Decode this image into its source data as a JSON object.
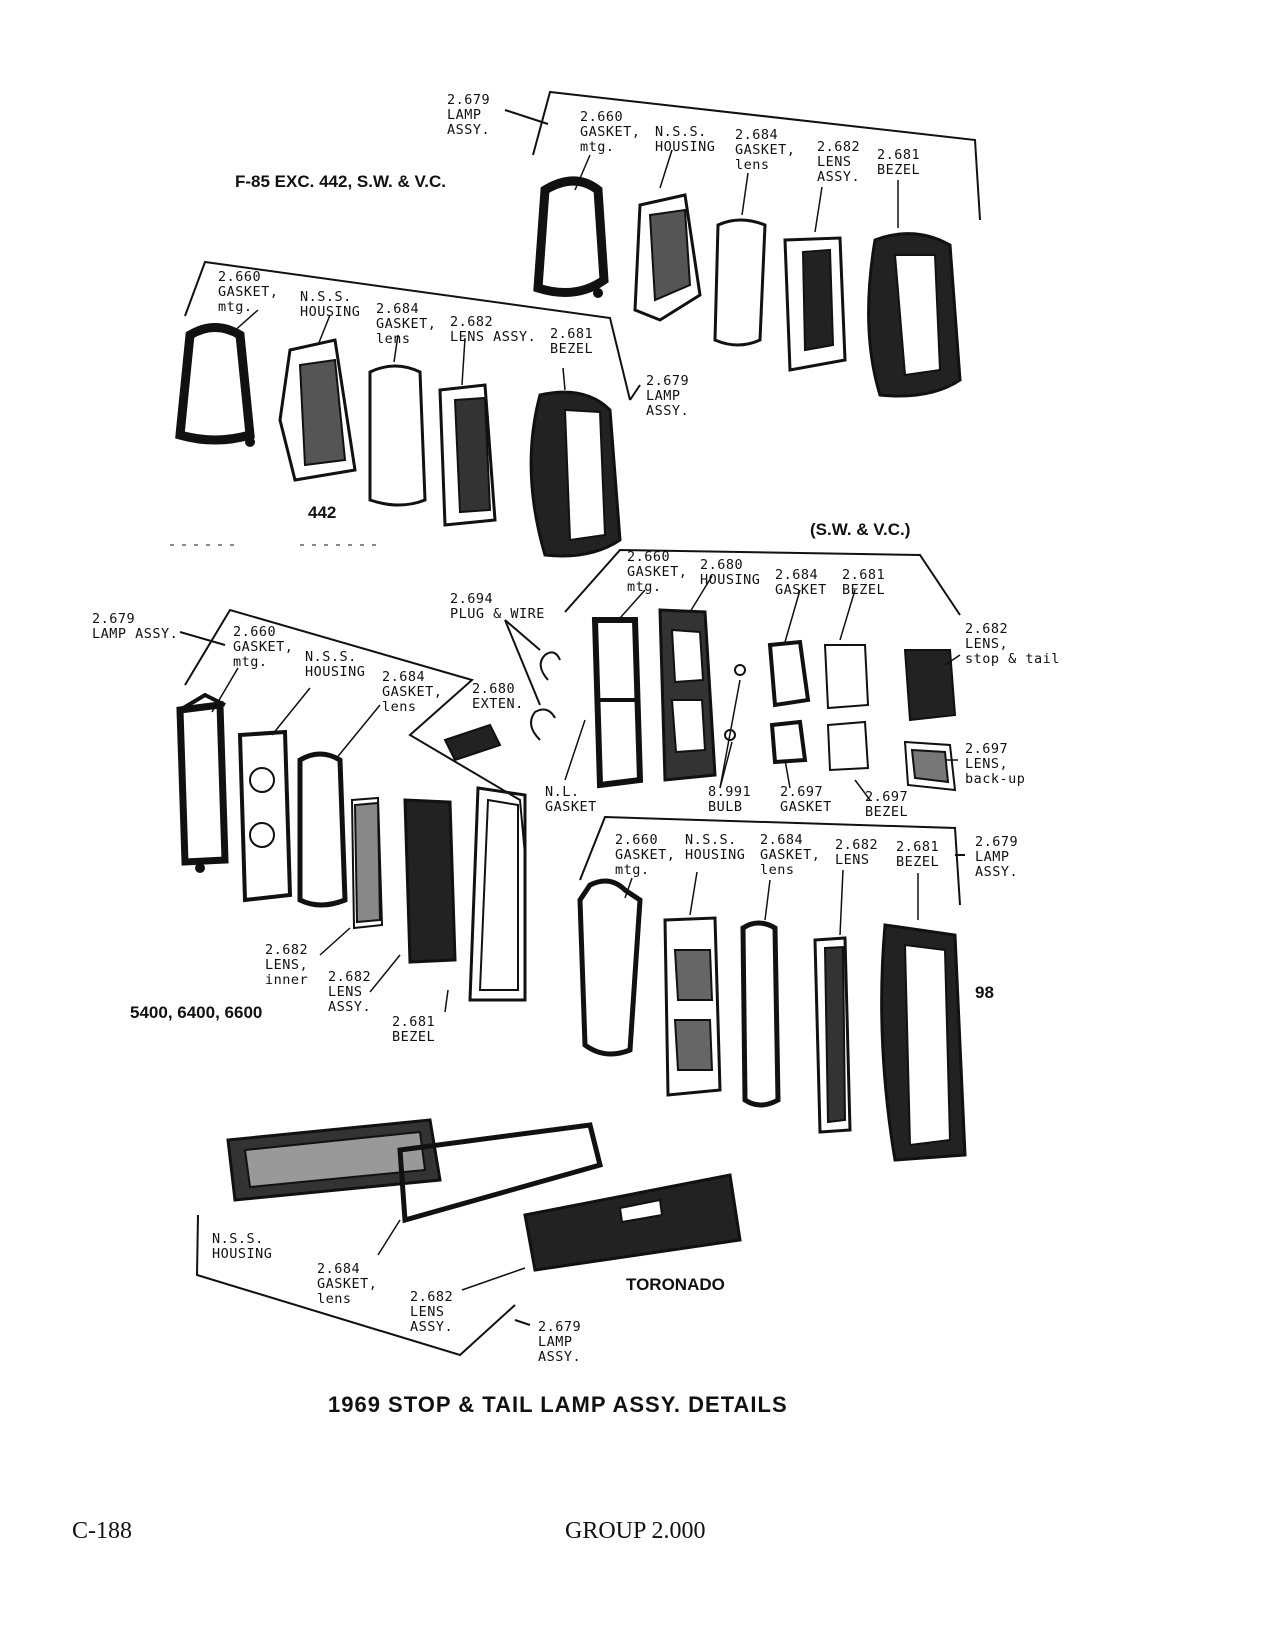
{
  "headings": {
    "f85": "F-85 EXC. 442, S.W. & V.C.",
    "f442": "442",
    "swvc": "(S.W. & V.C.)",
    "models5400": "5400, 6400, 6600",
    "m98": "98",
    "toronado": "TORONADO"
  },
  "labels": {
    "f85_lamp": "2.679\nLAMP\nASSY.",
    "f85_gasket_mtg": "2.660\nGASKET,\nmtg.",
    "f85_housing": "N.S.S.\nHOUSING",
    "f85_gasket_lens": "2.684\nGASKET,\nlens",
    "f85_lens_assy": "2.682\nLENS\nASSY.",
    "f85_bezel": "2.681\nBEZEL",
    "f442_gasket_mtg": "2.660\nGASKET,\nmtg.",
    "f442_housing": "N.S.S.\nHOUSING",
    "f442_gasket_lens": "2.684\nGASKET,\nlens",
    "f442_lens_assy": "2.682\nLENS ASSY.",
    "f442_bezel": "2.681\nBEZEL",
    "f442_lamp": "2.679\nLAMP\nASSY.",
    "sw_gasket_mtg": "2.660\nGASKET,\nmtg.",
    "sw_housing": "2.680\nHOUSING",
    "sw_gasket": "2.684\nGASKET",
    "sw_bezel": "2.681\nBEZEL",
    "sw_plug": "2.694\nPLUG & WIRE",
    "sw_lens_stop": "2.682\nLENS,\nstop & tail",
    "sw_lens_backup": "2.697\nLENS,\nback-up",
    "sw_nl_gasket": "N.L.\nGASKET",
    "sw_bulb": "8.991\nBULB",
    "sw_gasket2": "2.697\nGASKET",
    "sw_bezel2": "2.697\nBEZEL",
    "m54_lamp": "2.679\nLAMP ASSY.",
    "m54_gasket_mtg": "2.660\nGASKET,\nmtg.",
    "m54_housing": "N.S.S.\nHOUSING",
    "m54_gasket_lens": "2.684\nGASKET,\nlens",
    "m54_exten": "2.680\nEXTEN.",
    "m54_lens_inner": "2.682\nLENS,\ninner",
    "m54_lens_assy": "2.682\nLENS\nASSY.",
    "m54_bezel": "2.681\nBEZEL",
    "m98_gasket_mtg": "2.660\nGASKET,\nmtg.",
    "m98_housing": "N.S.S.\nHOUSING",
    "m98_gasket_lens": "2.684\nGASKET,\nlens",
    "m98_lens": "2.682\nLENS",
    "m98_bezel": "2.681\nBEZEL",
    "m98_lamp": "2.679\nLAMP\nASSY.",
    "tor_housing": "N.S.S.\nHOUSING",
    "tor_gasket_lens": "2.684\nGASKET,\nlens",
    "tor_lens_assy": "2.682\nLENS\nASSY.",
    "tor_lamp": "2.679\nLAMP\nASSY."
  },
  "title": "1969 STOP & TAIL LAMP ASSY. DETAILS",
  "footer": {
    "page": "C-188",
    "group": "GROUP 2.000"
  }
}
